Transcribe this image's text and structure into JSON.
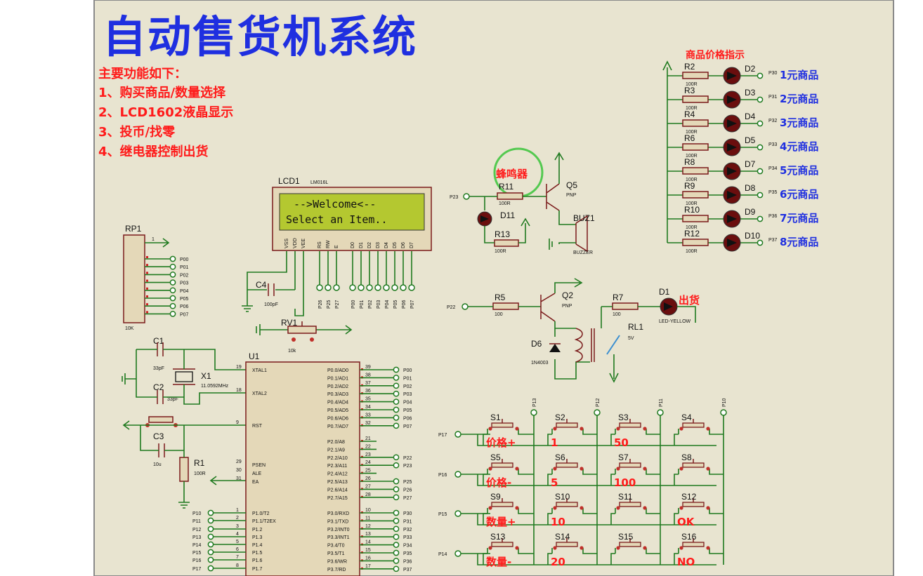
{
  "title": "自动售货机系统",
  "features": {
    "heading": "主要功能如下：",
    "items": [
      "1、购买商品/数量选择",
      "2、LCD1602液晶显示",
      "3、投币/找零",
      "4、继电器控制出货"
    ]
  },
  "lcd": {
    "ref": "LCD1",
    "model": "LM016L",
    "line1": "-->Welcome<--",
    "line2": "Select an Item..",
    "pins": [
      "VSS",
      "VDD",
      "VEE",
      "RS",
      "RW",
      "E",
      "D0",
      "D1",
      "D2",
      "D3",
      "D4",
      "D5",
      "D6",
      "D7"
    ],
    "bottom_nets": [
      "P26",
      "P25",
      "P27",
      "P00",
      "P01",
      "P02",
      "P03",
      "P04",
      "P05",
      "P06",
      "P07"
    ]
  },
  "rp1": {
    "ref": "RP1",
    "value": "10K",
    "pin1": "1",
    "nets": [
      "P00",
      "P01",
      "P02",
      "P03",
      "P04",
      "P05",
      "P06",
      "P07"
    ]
  },
  "c4": {
    "ref": "C4",
    "value": "100pF"
  },
  "rv1": {
    "ref": "RV1",
    "value": "10k"
  },
  "crystal": {
    "c1": "C1",
    "c1_val": "33pF",
    "c2": "C2",
    "c2_val": "33pF",
    "x1": "X1",
    "x1_val": "11.0592MHz"
  },
  "reset": {
    "c3": "C3",
    "c3_val": "10u",
    "r1": "R1",
    "r1_val": "100R"
  },
  "mcu": {
    "ref": "U1",
    "left_pins": [
      {
        "num": "19",
        "name": "XTAL1"
      },
      {
        "num": "18",
        "name": "XTAL2"
      },
      {
        "num": "9",
        "name": "RST"
      },
      {
        "num": "29",
        "name": "PSEN"
      },
      {
        "num": "30",
        "name": "ALE"
      },
      {
        "num": "31",
        "name": "EA"
      },
      {
        "num": "1",
        "name": "P1.0/T2"
      },
      {
        "num": "2",
        "name": "P1.1/T2EX"
      },
      {
        "num": "3",
        "name": "P1.2"
      },
      {
        "num": "4",
        "name": "P1.3"
      },
      {
        "num": "5",
        "name": "P1.4"
      },
      {
        "num": "6",
        "name": "P1.5"
      },
      {
        "num": "7",
        "name": "P1.6"
      },
      {
        "num": "8",
        "name": "P1.7"
      }
    ],
    "left_nets": [
      "P10",
      "P11",
      "P12",
      "P13",
      "P14",
      "P15",
      "P16",
      "P17"
    ],
    "right_p0": [
      {
        "num": "39",
        "name": "P0.0/AD0",
        "net": "P00"
      },
      {
        "num": "38",
        "name": "P0.1/AD1",
        "net": "P01"
      },
      {
        "num": "37",
        "name": "P0.2/AD2",
        "net": "P02"
      },
      {
        "num": "36",
        "name": "P0.3/AD3",
        "net": "P03"
      },
      {
        "num": "35",
        "name": "P0.4/AD4",
        "net": "P04"
      },
      {
        "num": "34",
        "name": "P0.5/AD5",
        "net": "P05"
      },
      {
        "num": "33",
        "name": "P0.6/AD6",
        "net": "P06"
      },
      {
        "num": "32",
        "name": "P0.7/AD7",
        "net": "P07"
      }
    ],
    "right_p2": [
      {
        "num": "21",
        "name": "P2.0/A8",
        "net": ""
      },
      {
        "num": "22",
        "name": "P2.1/A9",
        "net": ""
      },
      {
        "num": "23",
        "name": "P2.2/A10",
        "net": "P22"
      },
      {
        "num": "24",
        "name": "P2.3/A11",
        "net": "P23"
      },
      {
        "num": "25",
        "name": "P2.4/A12",
        "net": ""
      },
      {
        "num": "26",
        "name": "P2.5/A13",
        "net": "P25"
      },
      {
        "num": "27",
        "name": "P2.6/A14",
        "net": "P26"
      },
      {
        "num": "28",
        "name": "P2.7/A15",
        "net": "P27"
      }
    ],
    "right_p3": [
      {
        "num": "10",
        "name": "P3.0/RXD",
        "net": "P30"
      },
      {
        "num": "11",
        "name": "P3.1/TXD",
        "net": "P31"
      },
      {
        "num": "12",
        "name": "P3.2/INT0",
        "net": "P32"
      },
      {
        "num": "13",
        "name": "P3.3/INT1",
        "net": "P33"
      },
      {
        "num": "14",
        "name": "P3.4/T0",
        "net": "P34"
      },
      {
        "num": "15",
        "name": "P3.5/T1",
        "net": "P35"
      },
      {
        "num": "16",
        "name": "P3.6/WR",
        "net": "P36"
      },
      {
        "num": "17",
        "name": "P3.7/RD",
        "net": "P37"
      }
    ]
  },
  "buzzer": {
    "label": "蜂鸣器",
    "net": "P23",
    "r11": "R11",
    "r11_val": "100R",
    "d11": "D11",
    "r13": "R13",
    "r13_val": "100R",
    "q5": "Q5",
    "q5_type": "PNP",
    "buz": "BUZ1",
    "buz_type": "BUZZER"
  },
  "relay": {
    "net": "P22",
    "r5": "R5",
    "r5_val": "100",
    "q2": "Q2",
    "q2_type": "PNP",
    "d6": "D6",
    "d6_type": "1N4003",
    "r7": "R7",
    "r7_val": "100",
    "rl1": "RL1",
    "rl1_val": "5V",
    "d1": "D1",
    "d1_type": "LED-YELLOW",
    "out_label": "出货"
  },
  "price_leds": {
    "heading": "商品价格指示",
    "rows": [
      {
        "r": "R2",
        "rv": "100R",
        "d": "D2",
        "net": "P30",
        "label": "1元商品"
      },
      {
        "r": "R3",
        "rv": "100R",
        "d": "D3",
        "net": "P31",
        "label": "2元商品"
      },
      {
        "r": "R4",
        "rv": "100R",
        "d": "D4",
        "net": "P32",
        "label": "3元商品"
      },
      {
        "r": "R6",
        "rv": "100R",
        "d": "D5",
        "net": "P33",
        "label": "4元商品"
      },
      {
        "r": "R8",
        "rv": "100R",
        "d": "D7",
        "net": "P34",
        "label": "5元商品"
      },
      {
        "r": "R9",
        "rv": "100R",
        "d": "D8",
        "net": "P35",
        "label": "6元商品"
      },
      {
        "r": "R10",
        "rv": "100R",
        "d": "D9",
        "net": "P36",
        "label": "7元商品"
      },
      {
        "r": "R12",
        "rv": "100R",
        "d": "D10",
        "net": "P37",
        "label": "8元商品"
      }
    ]
  },
  "keypad": {
    "col_nets": [
      "P13",
      "P12",
      "P11",
      "P10"
    ],
    "row_nets": [
      "P17",
      "P16",
      "P15",
      "P14"
    ],
    "keys": [
      {
        "ref": "S1",
        "label": "价格+"
      },
      {
        "ref": "S2",
        "label": "1"
      },
      {
        "ref": "S3",
        "label": "50"
      },
      {
        "ref": "S4",
        "label": ""
      },
      {
        "ref": "S5",
        "label": "价格-"
      },
      {
        "ref": "S6",
        "label": "5"
      },
      {
        "ref": "S7",
        "label": "100"
      },
      {
        "ref": "S8",
        "label": ""
      },
      {
        "ref": "S9",
        "label": "数量+"
      },
      {
        "ref": "S10",
        "label": "10"
      },
      {
        "ref": "S11",
        "label": ""
      },
      {
        "ref": "S12",
        "label": "OK"
      },
      {
        "ref": "S13",
        "label": "数量-"
      },
      {
        "ref": "S14",
        "label": "20"
      },
      {
        "ref": "S15",
        "label": ""
      },
      {
        "ref": "S16",
        "label": "NO"
      }
    ]
  },
  "colors": {
    "sheet": "#e8e4d0",
    "title": "#1f2fe0",
    "feature_text": "#ff1a1a",
    "wire": "#1f7a1f",
    "body": "#7a1a1a",
    "lcd": "#b4c830"
  }
}
